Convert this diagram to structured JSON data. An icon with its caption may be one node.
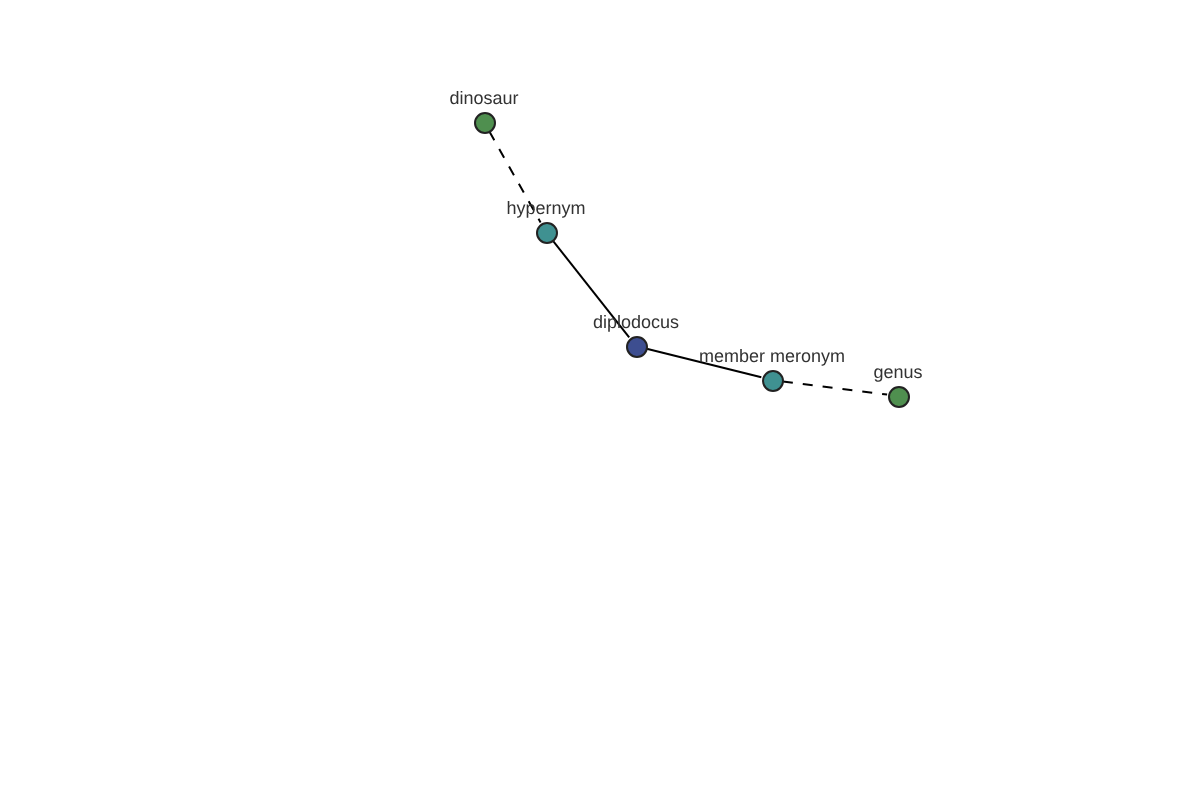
{
  "diagram": {
    "nodes": [
      {
        "text": [
          "dinosaur"
        ]
      },
      {
        "text": [
          "hypernym"
        ]
      },
      {
        "text": [
          "diplodocus"
        ]
      },
      {
        "text": [
          "member meronym"
        ]
      },
      {
        "text": [
          "genus"
        ]
      }
    ],
    "edges": [
      {
        "from": 0,
        "to": 1,
        "arrow": "none",
        "style": "dashed"
      },
      {
        "from": 1,
        "to": 2,
        "arrow": "none"
      },
      {
        "from": 2,
        "to": 3,
        "arrow": "none"
      },
      {
        "from": 3,
        "to": 4,
        "arrow": "none",
        "style": "dashed"
      }
    ]
  }
}
